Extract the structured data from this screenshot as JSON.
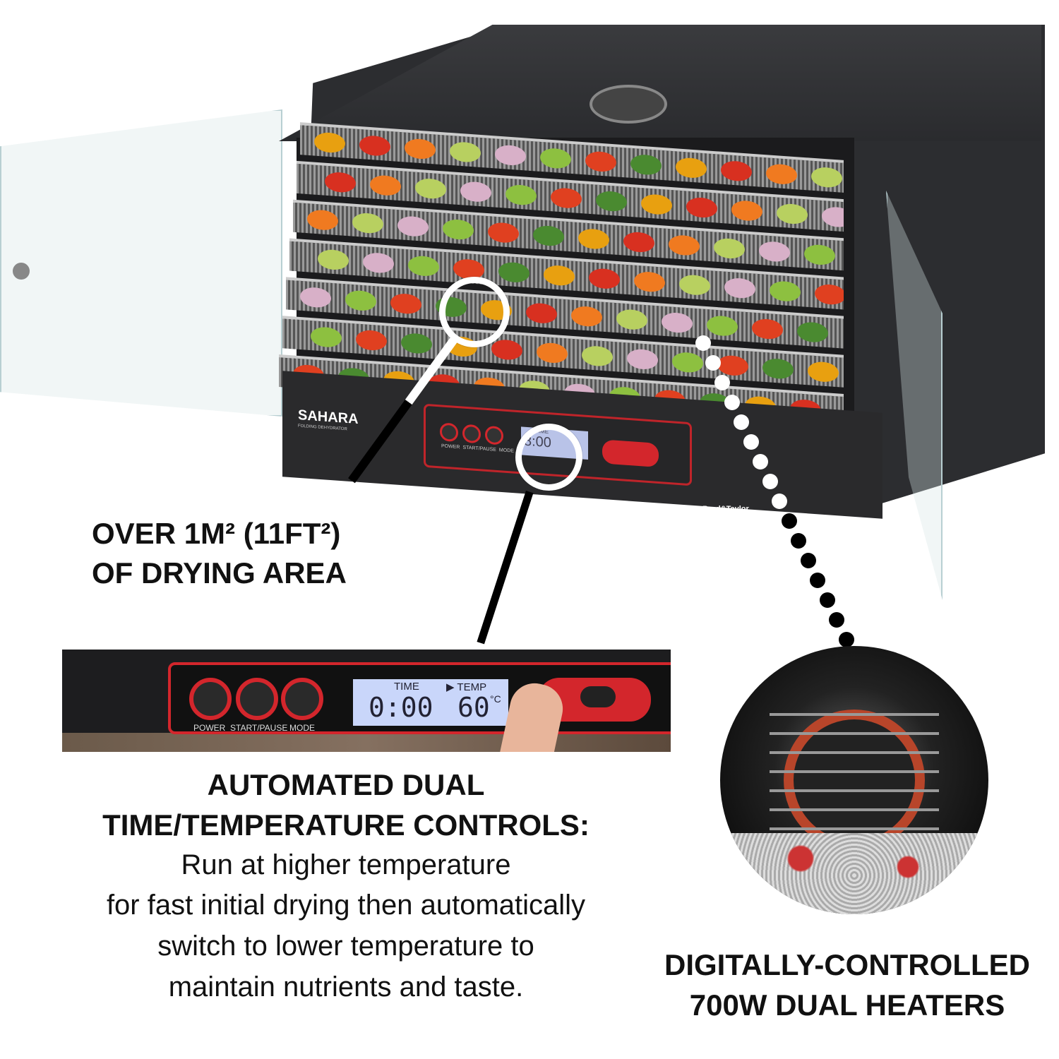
{
  "product": {
    "brand_label": "SAHARA",
    "brand_sublabel": "FOLDING DEHYDRATOR",
    "maker_label": "Brod&Taylor",
    "panel_buttons": [
      "POWER",
      "START/PAUSE",
      "MODE"
    ],
    "display_time_label": "TIME",
    "display_time_value": "8:00"
  },
  "callout_area": {
    "line1": "OVER 1M² (11FT²)",
    "line2": "OF DRYING AREA"
  },
  "control_inset": {
    "buttons": [
      "POWER",
      "START/PAUSE",
      "MODE"
    ],
    "time_label": "TIME",
    "temp_label": "▶ TEMP",
    "time_value": "0:00",
    "temp_value": "60",
    "temp_unit": "°C"
  },
  "controls_text": {
    "title1": "AUTOMATED DUAL",
    "title2": "TIME/TEMPERATURE CONTROLS:",
    "body": [
      "Run at higher temperature",
      "for fast initial drying then automatically",
      "switch to lower temperature to",
      "maintain nutrients and taste."
    ]
  },
  "heater_text": {
    "line1": "DIGITALLY-CONTROLLED",
    "line2": "700W DUAL HEATERS"
  },
  "colors": {
    "accent_red": "#d3262c",
    "body_dark": "#2c2d30",
    "lcd": "#c9d6fa"
  }
}
